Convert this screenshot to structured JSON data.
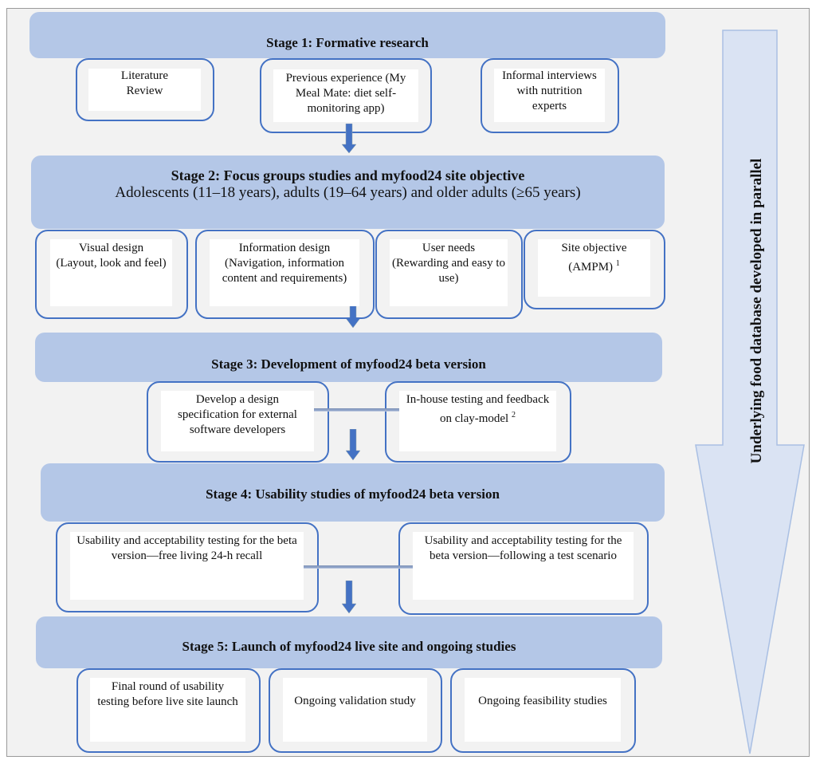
{
  "stage1": {
    "title": "Stage 1: Formative research",
    "items": [
      "Literature Review",
      "Previous experience (My Meal Mate: diet self-monitoring app)",
      "Informal interviews with nutrition experts"
    ]
  },
  "stage2": {
    "title": "Stage 2: Focus groups studies and myfood24 site objective",
    "subtitle": "Adolescents (11–18 years), adults (19–64 years) and older adults (≥65 years)",
    "items": [
      {
        "line1": "Visual design",
        "line2": "(Layout, look and feel)"
      },
      {
        "line1": "Information design",
        "line2": "(Navigation, information content and requirements)"
      },
      {
        "line1": "User needs",
        "line2": "(Rewarding and easy to use)"
      },
      {
        "line1": "Site objective",
        "line2": "(AMPM)",
        "sup": "1"
      }
    ]
  },
  "stage3": {
    "title": "Stage 3: Development of myfood24 beta version",
    "items": [
      {
        "text": "Develop a design specification for external software developers"
      },
      {
        "text": "In-house testing and feedback on clay-model",
        "sup": "2"
      }
    ]
  },
  "stage4": {
    "title": "Stage 4: Usability studies of myfood24 beta version",
    "items": [
      "Usability and acceptability testing for the beta version—free living 24-h recall",
      "Usability and acceptability testing for the beta version—following a test scenario"
    ]
  },
  "stage5": {
    "title": "Stage 5: Launch of myfood24 live site and ongoing studies",
    "items": [
      "Final round of usability testing before live site launch",
      "Ongoing validation study",
      "Ongoing feasibility studies"
    ]
  },
  "side_arrow": {
    "label": "Underlying food database developed in parallel"
  },
  "colors": {
    "stage_fill": "#b4c7e7",
    "box_border": "#4472c4",
    "arrow": "#4472c4",
    "side_arrow_fill": "#dae3f3"
  }
}
